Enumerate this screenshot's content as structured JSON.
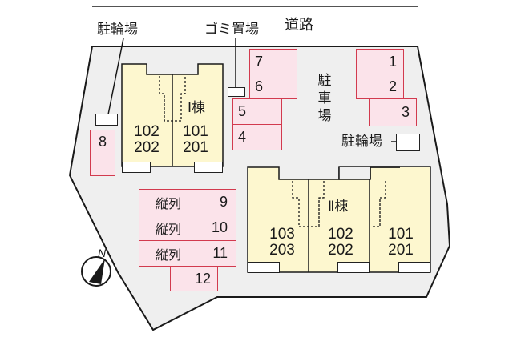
{
  "colors": {
    "site_fill": "#efefef",
    "building_fill": "#fdf7cf",
    "parking_fill": "#fbe3ea",
    "parking_border": "#d23a4e",
    "line": "#1a1a1a"
  },
  "labels": {
    "road": "道路",
    "bicycle_parking_top_left": "駐輪場",
    "garbage_area": "ゴミ置場",
    "car_parking": "駐車場",
    "bicycle_parking_right": "駐輪場",
    "compass_north": "N"
  },
  "building_1": {
    "name": "Ⅰ棟",
    "units": [
      {
        "lower": "102",
        "upper": "202"
      },
      {
        "lower": "101",
        "upper": "201"
      }
    ]
  },
  "building_2": {
    "name": "Ⅱ棟",
    "units": [
      {
        "lower": "103",
        "upper": "203"
      },
      {
        "lower": "102",
        "upper": "202"
      },
      {
        "lower": "101",
        "upper": "201"
      }
    ]
  },
  "parking_spaces": [
    {
      "number": "1"
    },
    {
      "number": "2"
    },
    {
      "number": "3"
    },
    {
      "number": "4"
    },
    {
      "number": "5"
    },
    {
      "number": "6"
    },
    {
      "number": "7"
    },
    {
      "number": "8"
    },
    {
      "number": "9",
      "note": "縦列"
    },
    {
      "number": "10",
      "note": "縦列"
    },
    {
      "number": "11",
      "note": "縦列"
    },
    {
      "number": "12"
    }
  ]
}
